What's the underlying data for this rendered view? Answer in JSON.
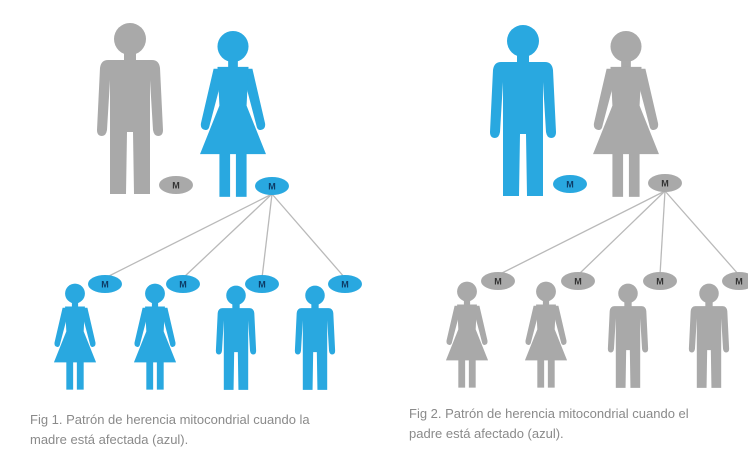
{
  "colors": {
    "affected": "#29a8e0",
    "unaffected": "#a9a9a9",
    "line": "#b9b9b9",
    "text_on_blue": "#0d3b66",
    "text_on_gray": "#333333"
  },
  "mito_label": "M",
  "figures": [
    {
      "id": "fig1",
      "caption_line1": "Fig 1. Patrón de herencia mitocondrial cuando la",
      "caption_line2": "madre está afectada (azul).",
      "affected_parent": "mother"
    },
    {
      "id": "fig2",
      "caption_line1": "Fig 2. Patrón de herencia mitocondrial cuando el",
      "caption_line2": "padre está afectado (azul).",
      "affected_parent": "father"
    }
  ]
}
